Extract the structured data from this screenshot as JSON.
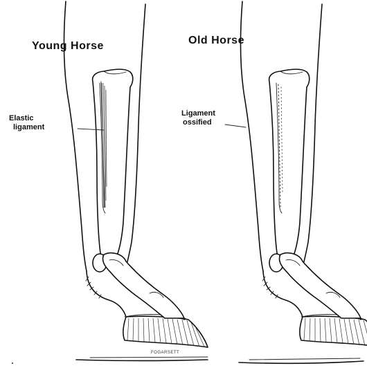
{
  "young": {
    "title": "Young Horse",
    "label_line1": "Elastic",
    "label_line2": "ligament"
  },
  "old": {
    "title": "Old Horse",
    "label_line1": "Ligament",
    "label_line2": "ossified"
  },
  "signature": "FOGARSETT"
}
